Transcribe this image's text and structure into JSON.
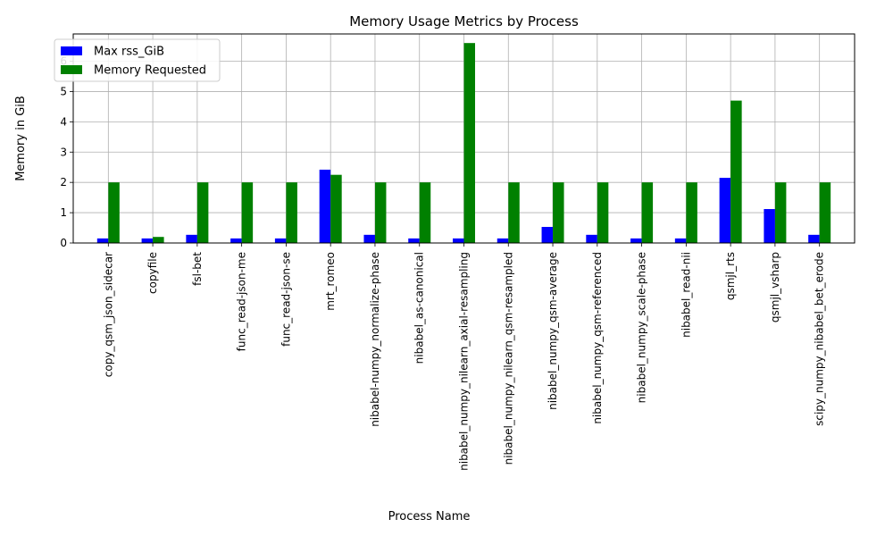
{
  "chart_data": {
    "type": "bar",
    "title": "Memory Usage Metrics by Process",
    "xlabel": "Process Name",
    "ylabel": "Memory in GiB",
    "ylim": [
      0,
      6.9
    ],
    "yticks": [
      0,
      1,
      2,
      3,
      4,
      5,
      6
    ],
    "grid": true,
    "legend_position": "top-left",
    "categories": [
      "copy_qsm_json_sidecar",
      "copyfile",
      "fsl-bet",
      "func_read-json-me",
      "func_read-json-se",
      "mrt_romeo",
      "nibabel-numpy_normalize-phase",
      "nibabel_as-canonical",
      "nibabel_numpy_nilearn_axial-resampling",
      "nibabel_numpy_nilearn_qsm-resampled",
      "nibabel_numpy_qsm-average",
      "nibabel_numpy_qsm-referenced",
      "nibabel_numpy_scale-phase",
      "nibabel_read-nii",
      "qsmjl_rts",
      "qsmjl_vsharp",
      "scipy_numpy_nibabel_bet_erode"
    ],
    "series": [
      {
        "name": "Max rss_GiB",
        "color": "#0000ff",
        "values": [
          0.15,
          0.15,
          0.27,
          0.15,
          0.15,
          2.42,
          0.27,
          0.15,
          0.15,
          0.15,
          0.53,
          0.27,
          0.15,
          0.15,
          2.15,
          1.12,
          0.27
        ]
      },
      {
        "name": "Memory Requested",
        "color": "#008000",
        "values": [
          2.0,
          0.2,
          2.0,
          2.0,
          2.0,
          2.25,
          2.0,
          2.0,
          6.6,
          2.0,
          2.0,
          2.0,
          2.0,
          2.0,
          4.7,
          2.0,
          2.0
        ]
      }
    ]
  }
}
